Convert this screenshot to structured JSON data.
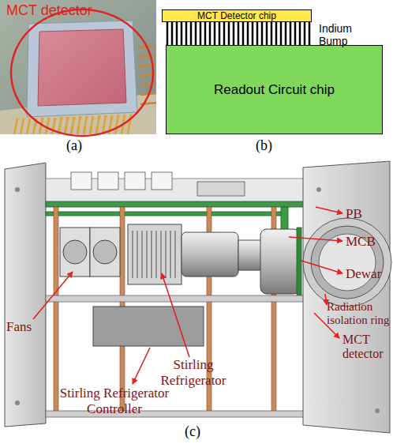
{
  "diagram": {
    "nodes": [
      {
        "text": [
          "MCT Detector chip"
        ]
      },
      {
        "text": [
          "Readout Circuit chip"
        ]
      }
    ],
    "labels": [
      "MCT detector",
      "(a)",
      "Indium Bump",
      "(b)",
      "PB",
      "MCB",
      "Dewar",
      "Radiation isolation ring",
      "MCT detector",
      "Fans",
      "Stirling Refrigerator Controller",
      "Stirling Refrigerator",
      "(c)"
    ]
  }
}
